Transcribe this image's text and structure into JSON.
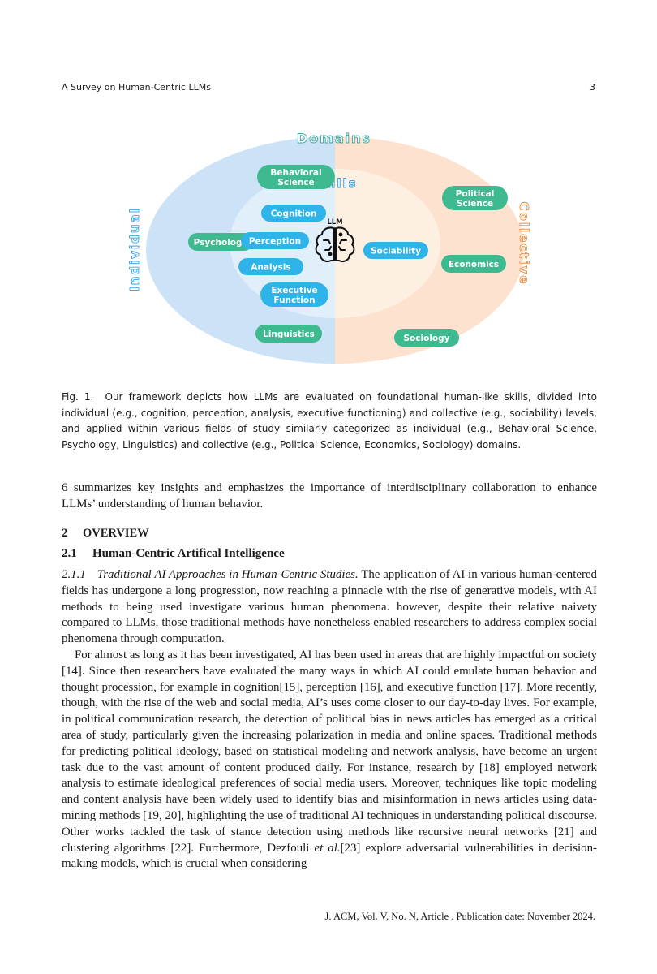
{
  "header": {
    "title": "A Survey on Human-Centric LLMs",
    "page_number": "3"
  },
  "figure": {
    "domains_label": "Domains",
    "skills_label": "Skills",
    "individual_label": "Individual",
    "collective_label": "Collective",
    "llm_label": "LLM",
    "individual_domains": [
      [
        "Behavioral",
        "Science"
      ],
      [
        "Psychology"
      ],
      [
        "Linguistics"
      ]
    ],
    "collective_domains": [
      [
        "Political",
        "Science"
      ],
      [
        "Economics"
      ],
      [
        "Sociology"
      ]
    ],
    "individual_skills": [
      [
        "Cognition"
      ],
      [
        "Perception"
      ],
      [
        "Analysis"
      ],
      [
        "Executive",
        "Function"
      ]
    ],
    "collective_skills": [
      [
        "Sociability"
      ]
    ],
    "colors": {
      "individual_bg": "#cce3f7",
      "collective_bg": "#fde3cf",
      "domain_pill": "#3fb98f",
      "skill_pill": "#2fb4ea",
      "individual_text": "#3da5e0",
      "collective_text": "#ee8a3c",
      "domains_text": "#3aa7a0"
    }
  },
  "caption": {
    "label": "Fig. 1.",
    "text": "Our framework depicts how LLMs are evaluated on foundational human-like skills, divided into individual (e.g., cognition, perception, analysis, executive functioning) and collective (e.g., sociability) levels, and applied within various fields of study similarly categorized as individual (e.g., Behavioral Science, Psychology, Linguistics) and collective (e.g., Political Science, Economics, Sociology) domains."
  },
  "intro_paragraph": "6 summarizes key insights and emphasizes the importance of interdisciplinary collaboration to enhance LLMs’ understanding of human behavior.",
  "section": {
    "number": "2",
    "title": "OVERVIEW"
  },
  "subsection": {
    "number": "2.1",
    "title": "Human-Centric Artifical Intelligence"
  },
  "subsubsection": {
    "number": "2.1.1",
    "title": "Traditional AI Approaches in Human-Centric Studies."
  },
  "paragraph1": "The application of AI in various human-centered fields has undergone a long progression, now reaching a pinnacle with the rise of generative models, with AI methods to being used investigate various human phenomena. however, despite their relative naivety compared to LLMs, those traditional methods have nonetheless enabled researchers to address complex social phenomena through computation.",
  "paragraph2_pre": "For almost as long as it has been investigated, AI has been used in areas that are highly impactful on society [14]. Since then researchers have evaluated the many ways in which AI could emulate human behavior and thought procession, for example in cognition[15], perception [16], and executive function [17]. More recently, though, with the rise of the web and social media, AI’s uses come closer to our day-to-day lives. For example, in political communication research, the detection of political bias in news articles has emerged as a critical area of study, particularly given the increasing polarization in media and online spaces. Traditional methods for predicting political ideology, based on statistical modeling and network analysis, have become an urgent task due to the vast amount of content produced daily. For instance, research by [18] employed network analysis to estimate ideological preferences of social media users. Moreover, techniques like topic modeling and content analysis have been widely used to identify bias and misinformation in news articles using data-mining methods [19, 20], highlighting the use of traditional AI techniques in understanding political discourse. Other works tackled the task of stance detection using methods like recursive neural networks [21] and clustering algorithms [22]. Furthermore, Dezfouli ",
  "paragraph2_em": "et al.",
  "paragraph2_post": "[23] explore adversarial vulnerabilities in decision-making models, which is crucial when considering",
  "footer": "J. ACM, Vol. V, No. N, Article . Publication date: November 2024."
}
